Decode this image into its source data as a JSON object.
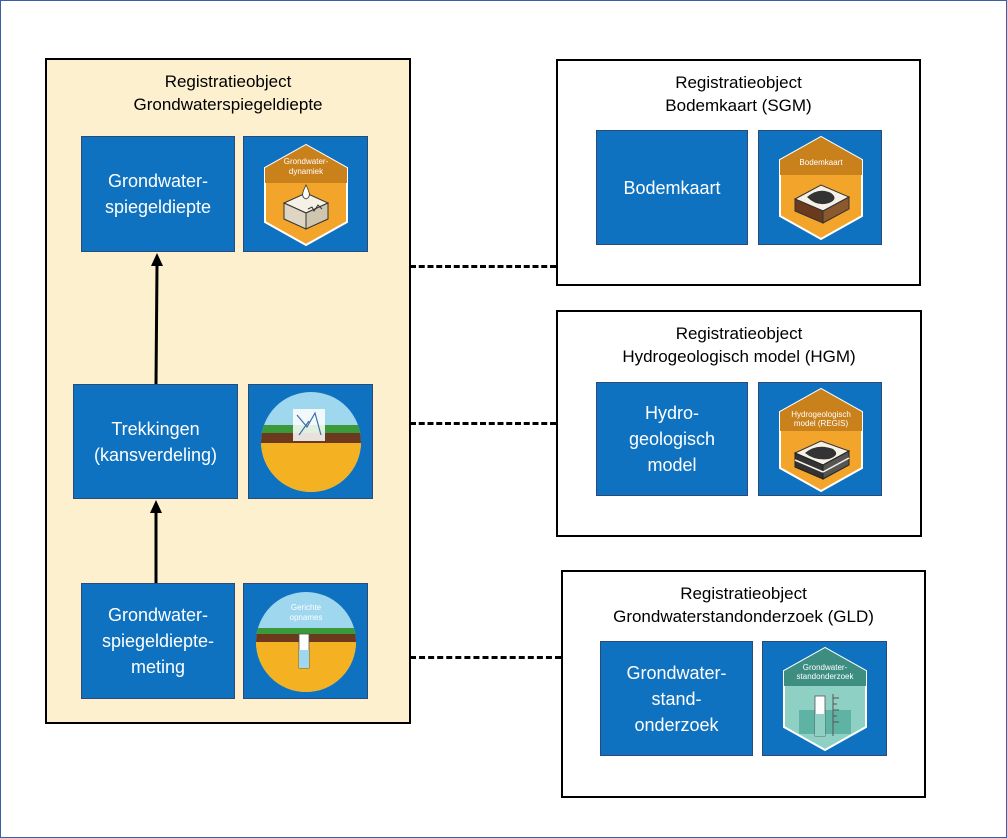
{
  "main_group": {
    "title_line1": "Registratieobject",
    "title_line2": "Grondwaterspiegeldiepte",
    "boxes": [
      {
        "lines": [
          "Grondwater-",
          "spiegeldiepte"
        ],
        "icon_name": "grondwater-dynamiek-icon",
        "icon_text": [
          "Grondwater-",
          "dynamiek"
        ]
      },
      {
        "lines": [
          "Trekkingen",
          "(kansverdeling)"
        ],
        "icon_name": "soil-profile-icon",
        "icon_text": []
      },
      {
        "lines": [
          "Grondwater-",
          "spiegeldiepte-",
          "meting"
        ],
        "icon_name": "gerichte-opnames-icon",
        "icon_text": [
          "Gerichte",
          "opnames"
        ]
      }
    ]
  },
  "sgm_group": {
    "title_line1": "Registratieobject",
    "title_line2": "Bodemkaart (SGM)",
    "box_lines": [
      "Bodemkaart"
    ],
    "icon_text": [
      "Bodemkaart"
    ]
  },
  "hgm_group": {
    "title_line1": "Registratieobject",
    "title_line2": "Hydrogeologisch model (HGM)",
    "box_lines": [
      "Hydro-",
      "geologisch",
      "model"
    ],
    "icon_text": [
      "Hydrogeologisch",
      "model (REGIS)"
    ]
  },
  "gld_group": {
    "title_line1": "Registratieobject",
    "title_line2": "Grondwaterstandonderzoek (GLD)",
    "box_lines": [
      "Grondwater-",
      "stand-",
      "onderzoek"
    ],
    "icon_text": [
      "Grondwater-",
      "standonderzoek"
    ]
  },
  "colors": {
    "box_blue": "#0f72c0",
    "main_fill": "#fdf0cf",
    "hex_orange": "#f2a52a",
    "hex_teal": "#8fd0c4",
    "frame_border": "#3b5ea8"
  }
}
